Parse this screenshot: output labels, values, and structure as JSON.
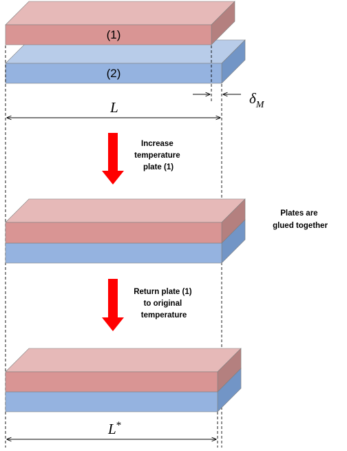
{
  "labels": {
    "plate1": "(1)",
    "plate2": "(2)",
    "length": "L",
    "mismatch_symbol": "δ",
    "mismatch_subscript": "M",
    "final_length": "L",
    "final_length_superscript": "*"
  },
  "steps": {
    "step1": [
      "Increase",
      "temperature",
      "plate (1)"
    ],
    "step2": [
      "Return plate (1)",
      "to original",
      "temperature"
    ]
  },
  "side_note": [
    "Plates are",
    "glued together"
  ],
  "colors": {
    "plate1_front": "#d99594",
    "plate1_top": "#e6b9b8",
    "plate1_side": "#b4807f",
    "plate2_front": "#95b3e0",
    "plate2_top": "#b8cce9",
    "plate2_side": "#7295c6",
    "arrow": "#ff0000",
    "outline": "#7f7f7f"
  }
}
